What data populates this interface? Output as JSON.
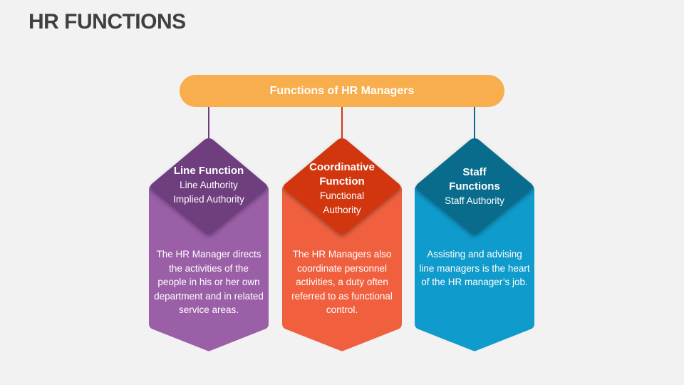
{
  "title": "HR FUNCTIONS",
  "header": {
    "label": "Functions of HR Managers",
    "color": "#f8ae4c"
  },
  "cards": [
    {
      "name_lines": [
        "Line Function"
      ],
      "sub_lines": [
        "Line Authority",
        "Implied Authority"
      ],
      "description": "The HR Manager directs the activities of the people in his or her own department and in related service areas.",
      "colors": {
        "body": "#9b5fa8",
        "diamond": "#6e3e7e",
        "connector": "#6e3e7e"
      }
    },
    {
      "name_lines": [
        "Coordinative",
        "Function"
      ],
      "sub_lines": [
        "Functional",
        "Authority"
      ],
      "description": "The HR Managers also coordinate personnel activities, a duty often referred to as functional control.",
      "colors": {
        "body": "#f0603f",
        "diamond": "#d2360f",
        "connector": "#d2360f"
      }
    },
    {
      "name_lines": [
        "Staff",
        "Functions"
      ],
      "sub_lines": [
        "Staff Authority"
      ],
      "description": "Assisting and advising line managers is the heart of the HR manager’s job.",
      "colors": {
        "body": "#0f9bcb",
        "diamond": "#0a6c8c",
        "connector": "#0a6c8c"
      }
    }
  ]
}
